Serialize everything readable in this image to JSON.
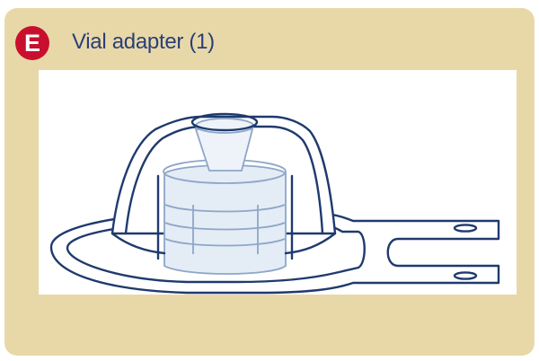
{
  "step": {
    "badge_letter": "E",
    "title": "Vial adapter (1)",
    "badge_color": "#c8102e",
    "title_color": "#2a3f78",
    "panel_color": "#e8d8a8"
  },
  "illustration": {
    "subject": "vial adapter in blister packaging",
    "line_color": "#1f3a6e",
    "fill_color": "#e4ecf6"
  }
}
